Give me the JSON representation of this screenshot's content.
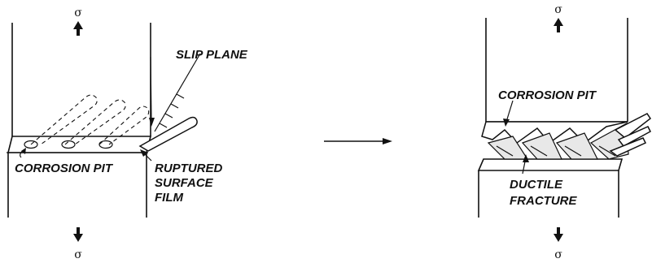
{
  "left_panel": {
    "sigma_top": "σ",
    "sigma_bottom": "σ",
    "slip_plane_label": "SLIP PLANE",
    "corrosion_pit_label": "CORROSION PIT",
    "ruptured_label_lines": [
      "RUPTURED",
      "SURFACE",
      "FILM"
    ]
  },
  "right_panel": {
    "sigma_top": "σ",
    "sigma_bottom": "σ",
    "corrosion_pit_label": "CORROSION PIT",
    "ductile_label_lines": [
      "DUCTILE",
      "FRACTURE"
    ]
  }
}
